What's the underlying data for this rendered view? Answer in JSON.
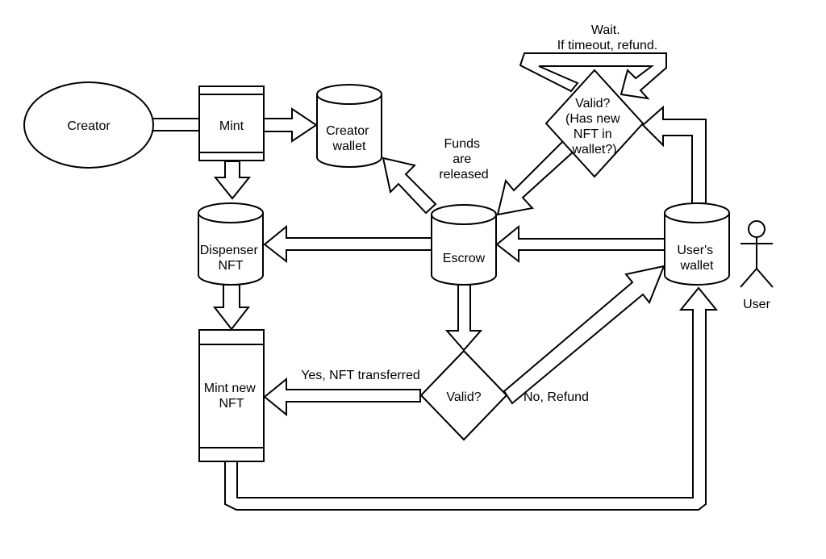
{
  "nodes": {
    "creator": [
      "Creator"
    ],
    "mint": [
      "Mint"
    ],
    "creator_wallet": [
      "Creator",
      "wallet"
    ],
    "dispenser_nft": [
      "Dispenser",
      "NFT"
    ],
    "escrow": [
      "Escrow"
    ],
    "users_wallet": [
      "User's",
      "wallet"
    ],
    "valid_check_top": [
      "Valid?",
      "(Has new",
      "NFT in",
      "wallet?)"
    ],
    "valid_check_bottom": [
      "Valid?"
    ],
    "mint_new_nft": [
      "Mint new",
      "NFT"
    ],
    "user_actor": [
      "User"
    ]
  },
  "labels": {
    "funds_released": [
      "Funds",
      "are",
      "released"
    ],
    "wait_timeout": [
      "Wait.",
      "If timeout, refund."
    ],
    "yes_transferred": [
      "Yes, NFT transferred"
    ],
    "no_refund": [
      "No, Refund"
    ]
  }
}
